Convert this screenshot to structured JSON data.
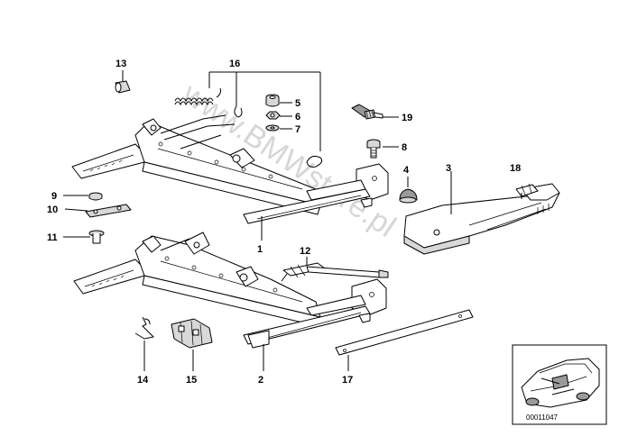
{
  "watermark": "www.BMWstore.pl",
  "callouts": [
    {
      "id": "c1",
      "text": "1"
    },
    {
      "id": "c2",
      "text": "2"
    },
    {
      "id": "c3",
      "text": "3"
    },
    {
      "id": "c4",
      "text": "4"
    },
    {
      "id": "c5",
      "text": "5"
    },
    {
      "id": "c6",
      "text": "6"
    },
    {
      "id": "c7",
      "text": "7"
    },
    {
      "id": "c8",
      "text": "8"
    },
    {
      "id": "c9",
      "text": "9"
    },
    {
      "id": "c10",
      "text": "10"
    },
    {
      "id": "c11",
      "text": "11"
    },
    {
      "id": "c12",
      "text": "12"
    },
    {
      "id": "c13",
      "text": "13"
    },
    {
      "id": "c14",
      "text": "14"
    },
    {
      "id": "c15",
      "text": "15"
    },
    {
      "id": "c16",
      "text": "16"
    },
    {
      "id": "c17",
      "text": "17"
    },
    {
      "id": "c18",
      "text": "18"
    },
    {
      "id": "c19",
      "text": "19"
    }
  ],
  "inset": {
    "code": "00011047"
  }
}
